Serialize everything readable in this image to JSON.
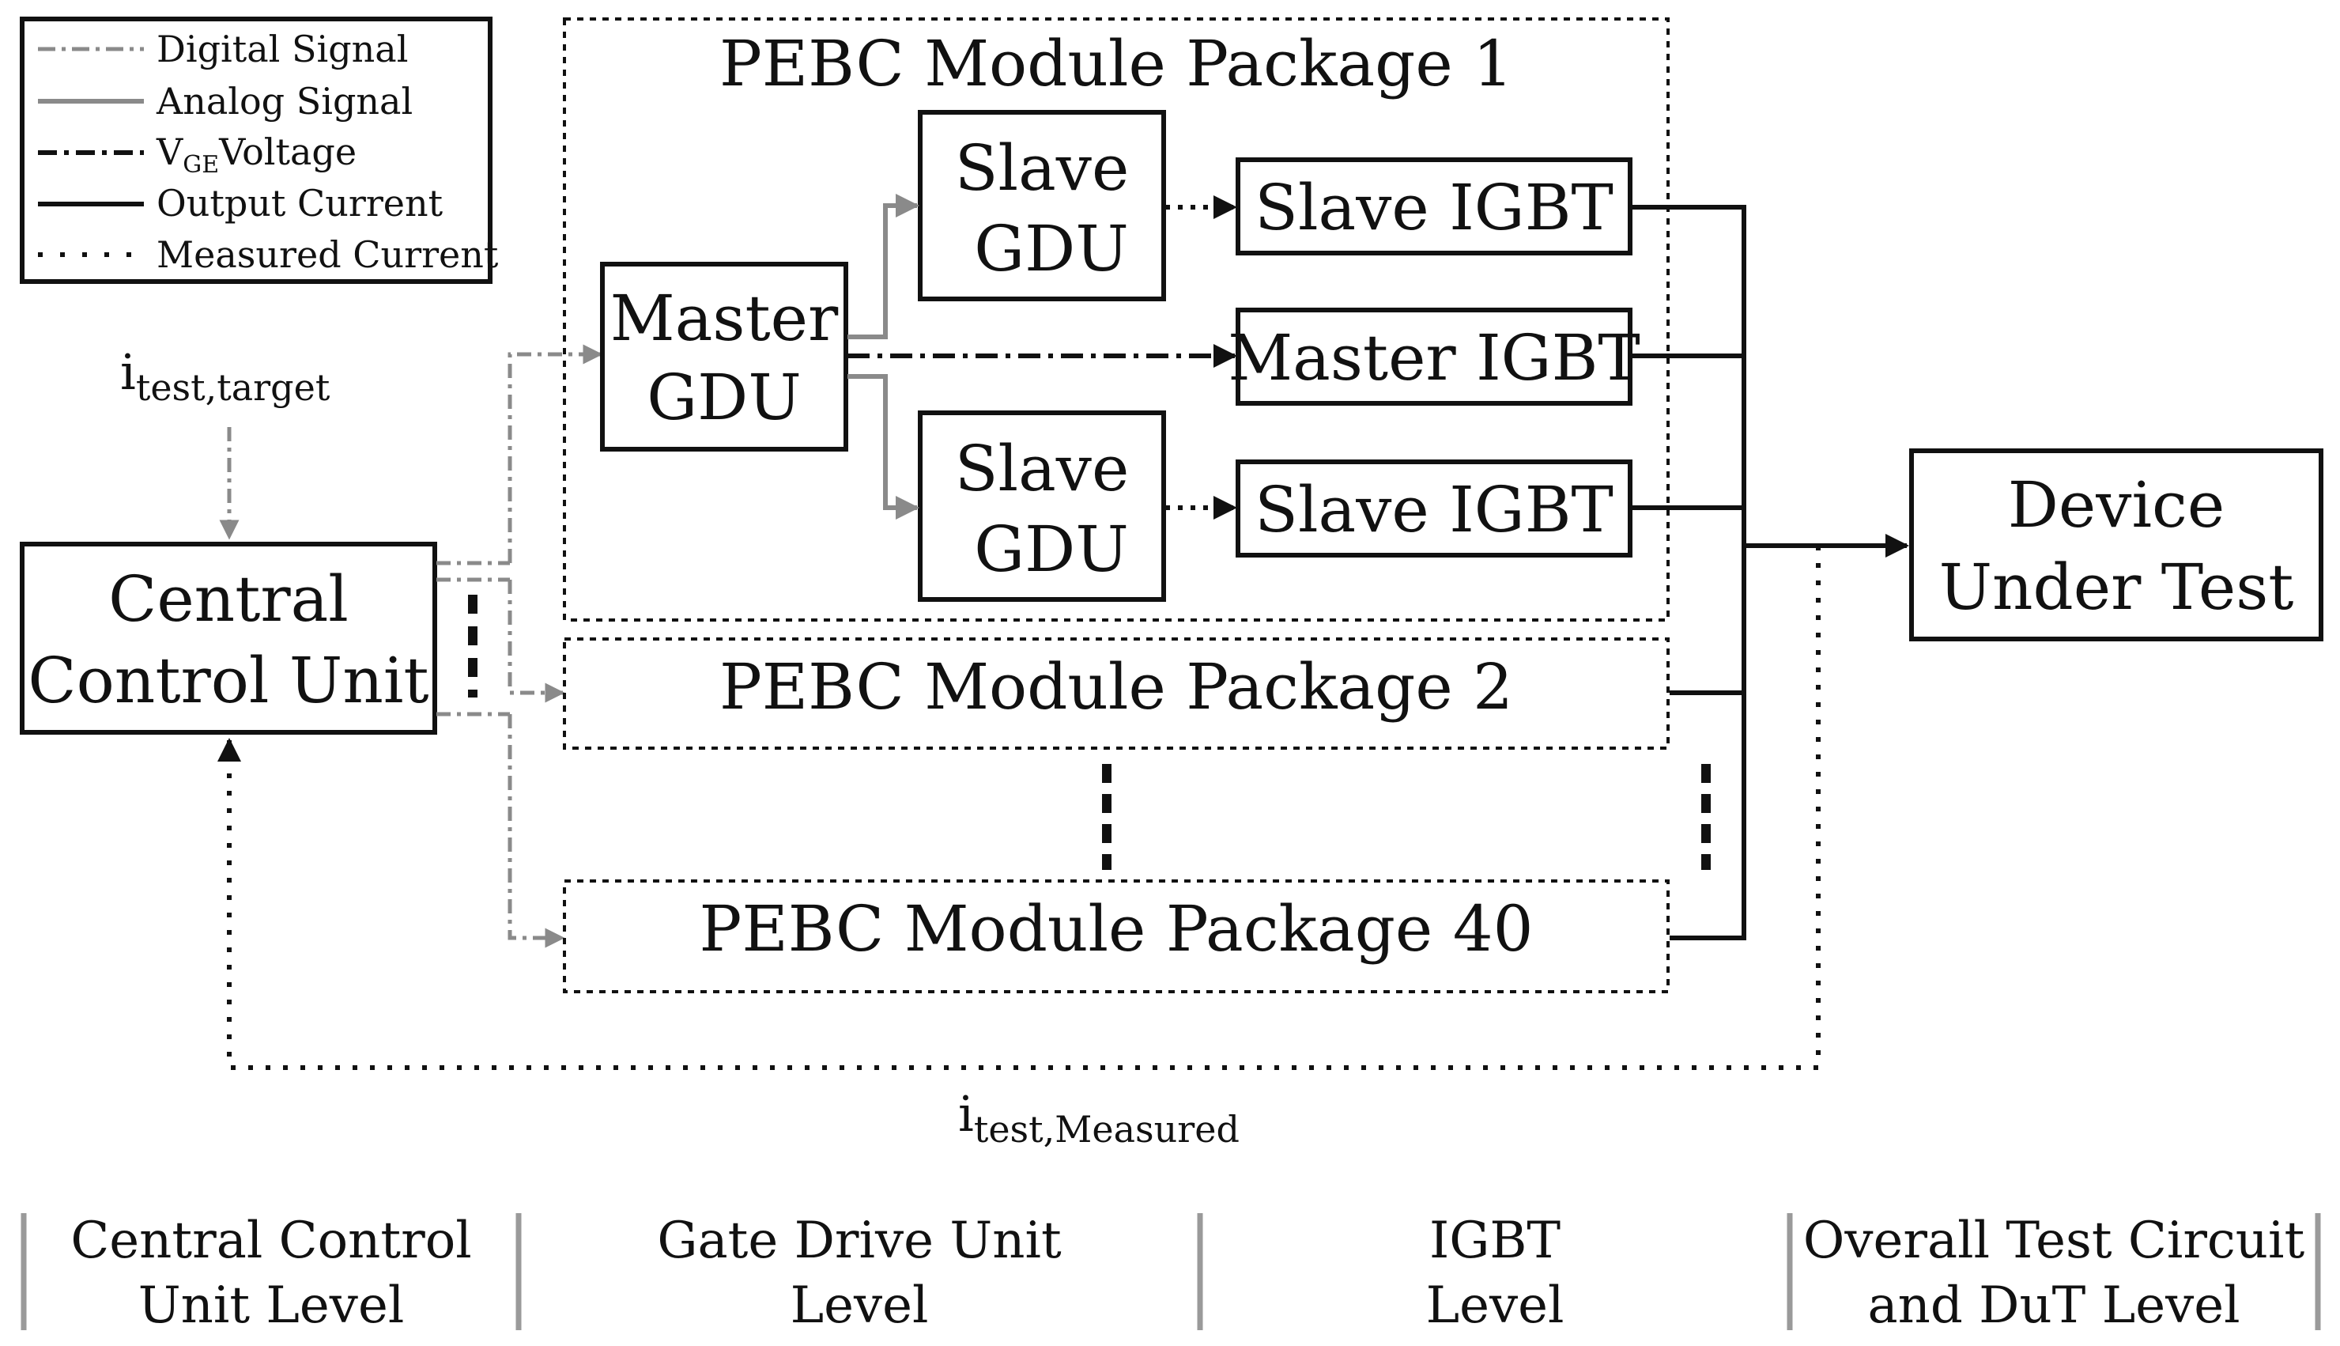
{
  "legend": {
    "items": [
      {
        "id": "digital",
        "label": "Digital Signal"
      },
      {
        "id": "analog",
        "label": "Analog Signal"
      },
      {
        "id": "vge",
        "label_main": "V",
        "label_sub": "GE",
        "label_rest": "Voltage"
      },
      {
        "id": "output",
        "label": "Output Current"
      },
      {
        "id": "measured",
        "label": "Measured Current"
      }
    ]
  },
  "signals": {
    "target": {
      "main": "i",
      "sub": "test,target"
    },
    "measured": {
      "main": "i",
      "sub": "test,Measured"
    }
  },
  "ccu": {
    "line1": "Central",
    "line2": "Control Unit"
  },
  "packages": {
    "p1": "PEBC Module Package 1",
    "p2": "PEBC Module Package 2",
    "p40": "PEBC Module Package 40"
  },
  "master_gdu": {
    "line1": "Master",
    "line2": "GDU"
  },
  "slave_gdu_top": {
    "line1": "Slave",
    "line2": "GDU"
  },
  "slave_gdu_bottom": {
    "line1": "Slave",
    "line2": "GDU"
  },
  "igbt": {
    "slave_top": "Slave IGBT",
    "master": "Master IGBT",
    "slave_bottom": "Slave IGBT"
  },
  "dut": {
    "line1": "Device",
    "line2": "Under Test"
  },
  "levels": [
    {
      "line1": "Central Control",
      "line2": "Unit Level"
    },
    {
      "line1": "Gate Drive Unit",
      "line2": "Level"
    },
    {
      "line1": "IGBT",
      "line2": "Level"
    },
    {
      "line1": "Overall Test Circuit",
      "line2": "and DuT Level"
    }
  ],
  "colors": {
    "digital": "#8a8a8a",
    "analog": "#8a8a8a",
    "black": "#111111",
    "divider": "#9a9a9a"
  }
}
